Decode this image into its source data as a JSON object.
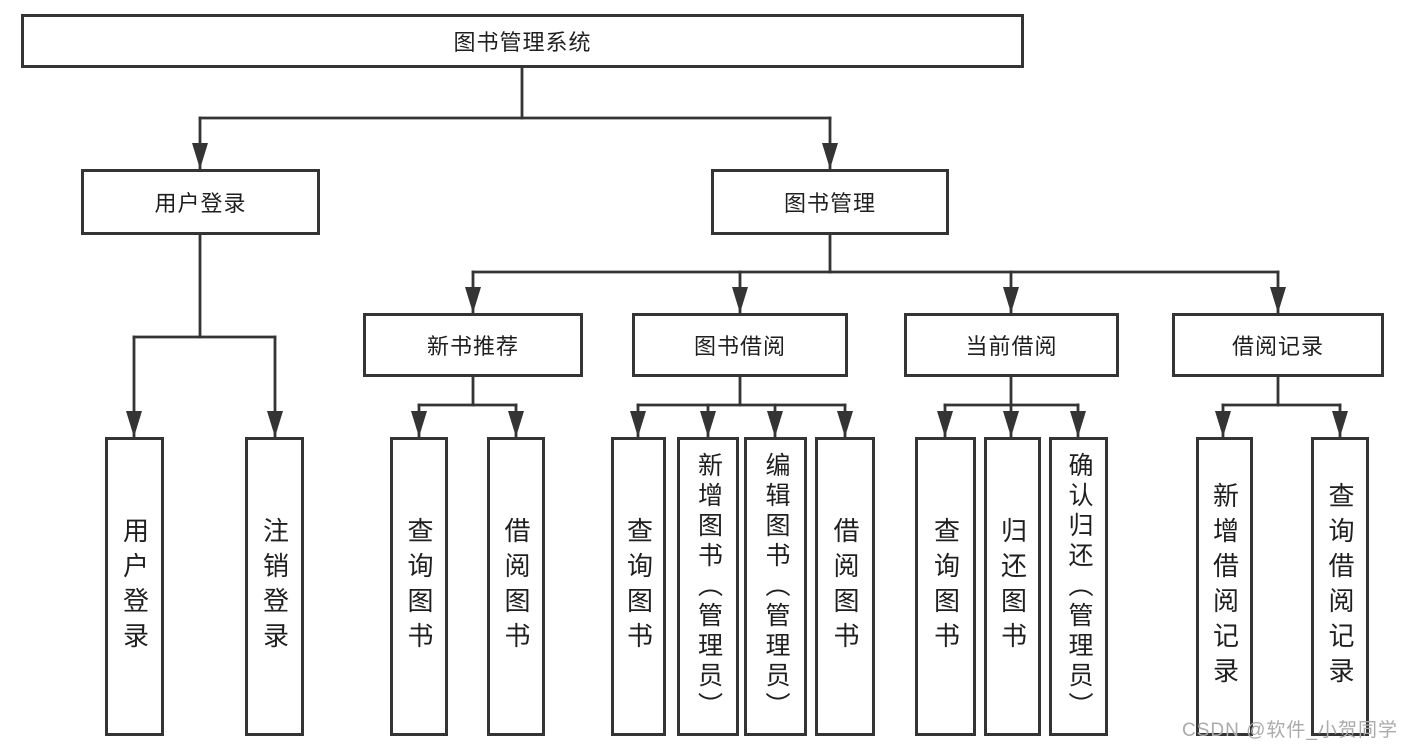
{
  "diagram": {
    "title": "图书管理系统",
    "root": {
      "label": "图书管理系统"
    },
    "level1": [
      {
        "label": "用户登录"
      },
      {
        "label": "图书管理"
      }
    ],
    "level2": [
      {
        "label": "新书推荐"
      },
      {
        "label": "图书借阅"
      },
      {
        "label": "当前借阅"
      },
      {
        "label": "借阅记录"
      }
    ],
    "leaves": {
      "user_login": [
        {
          "label": "用户登录"
        },
        {
          "label": "注销登录"
        }
      ],
      "new_book": [
        {
          "label": "查询图书"
        },
        {
          "label": "借阅图书"
        }
      ],
      "book_borrow": [
        {
          "label": "查询图书"
        },
        {
          "label": "新增图书（管理员）"
        },
        {
          "label": "编辑图书（管理员）"
        },
        {
          "label": "借阅图书"
        }
      ],
      "current_borrow": [
        {
          "label": "查询图书"
        },
        {
          "label": "归还图书"
        },
        {
          "label": "确认归还（管理员）"
        }
      ],
      "borrow_record": [
        {
          "label": "新增借阅记录"
        },
        {
          "label": "查询借阅记录"
        }
      ]
    }
  },
  "watermark": {
    "text": "CSDN @软件_小贺同学"
  },
  "colors": {
    "background": "#ffffff",
    "box_border": "#343434",
    "connector": "#343434",
    "text": "#1f1f1f",
    "watermark": "#ababab"
  }
}
